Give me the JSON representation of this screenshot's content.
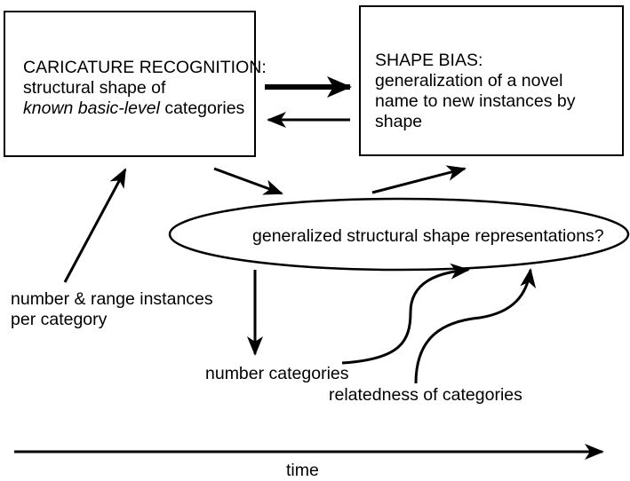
{
  "caricature_box": {
    "title": "CARICATURE RECOGNITION:",
    "line2": "structural shape of",
    "line3_italic": "known basic-level",
    "line3_rest": " categories"
  },
  "shape_bias_box": {
    "title": "SHAPE BIAS:",
    "line2": "generalization of a novel",
    "line3": "name to new instances by",
    "line4": "shape"
  },
  "ellipse": {
    "label": "generalized structural shape representations?"
  },
  "inputs": {
    "number_range_line1": "number & range instances",
    "number_range_line2": "per category",
    "number_categories": "number categories",
    "relatedness": "relatedness of categories"
  },
  "timeline": {
    "label": "time"
  }
}
